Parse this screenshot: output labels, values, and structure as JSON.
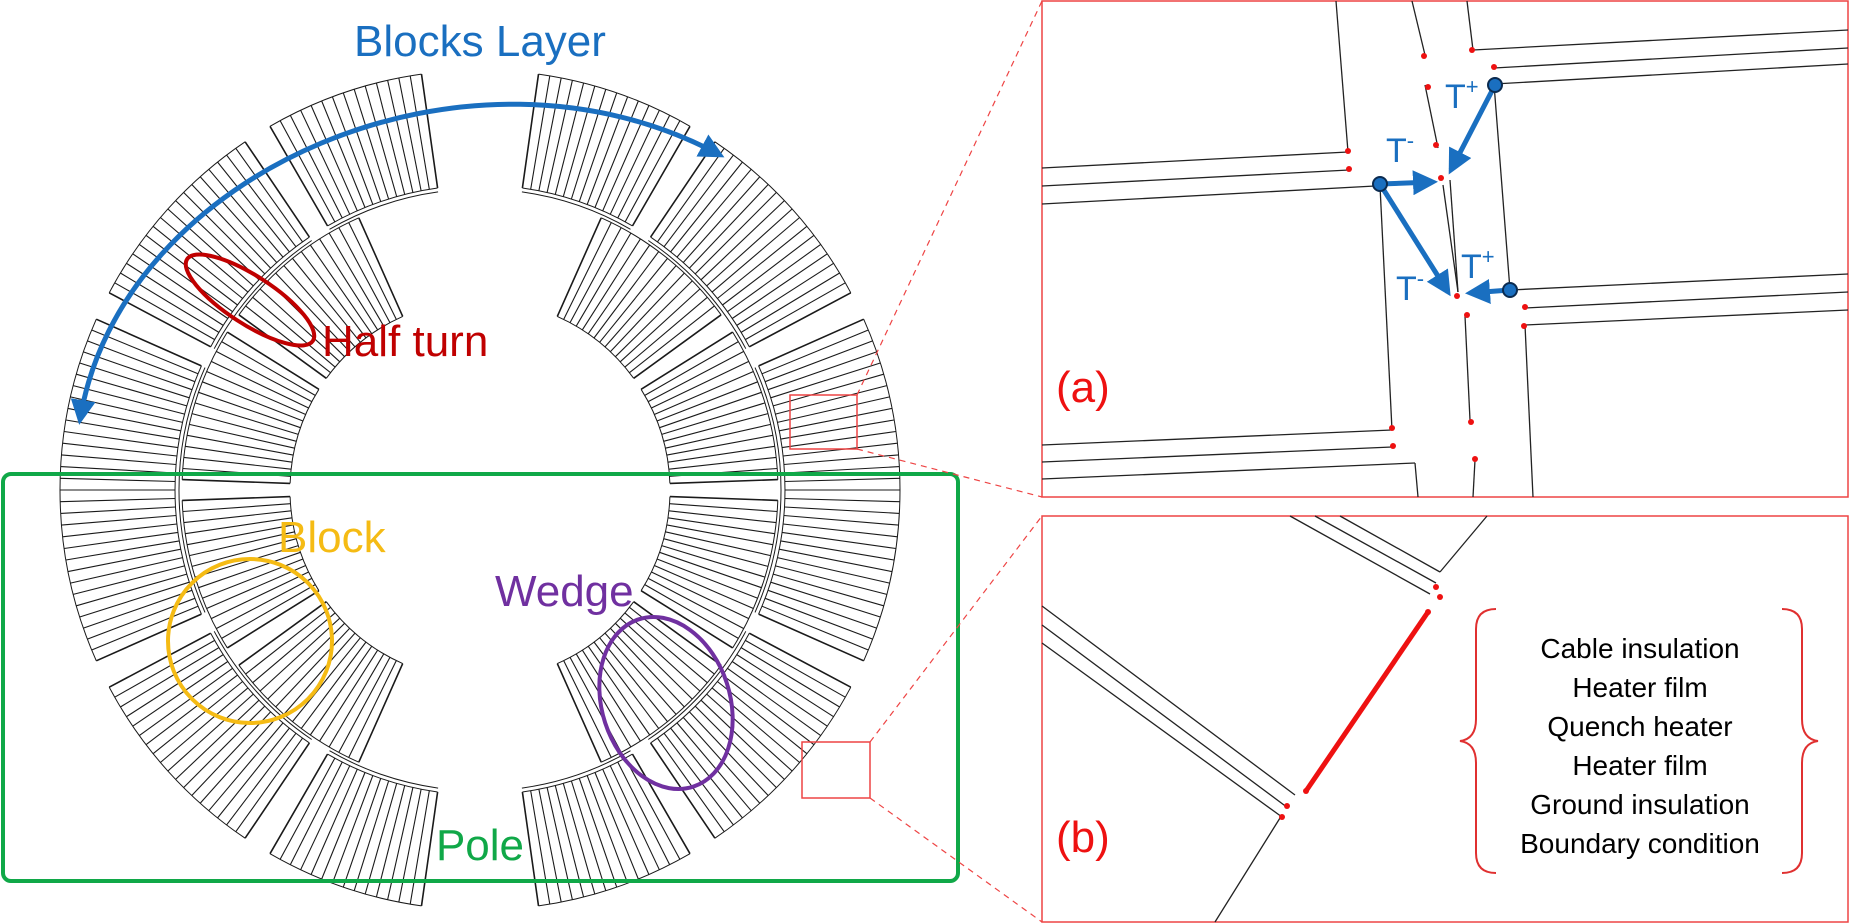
{
  "labels": {
    "blocks_layer": "Blocks Layer",
    "half_turn": "Half turn",
    "block": "Block",
    "wedge": "Wedge",
    "pole": "Pole",
    "panel_a": "(a)",
    "panel_b": "(b)",
    "t_plus_1": "T",
    "t_plus_1_sup": "+",
    "t_minus_1": "T",
    "t_minus_1_sup": "-",
    "t_minus_2": "T",
    "t_minus_2_sup": "-",
    "t_plus_2": "T",
    "t_plus_2_sup": "+"
  },
  "layers_list": [
    "Cable insulation",
    "Heater film",
    "Quench heater",
    "Heater film",
    "Ground insulation",
    "Boundary condition"
  ],
  "colors": {
    "blue": "#1a6fc0",
    "red": "#c00000",
    "bright_red": "#ee1111",
    "yellow": "#f5bb14",
    "purple": "#7030a0",
    "green": "#10a848",
    "line": "#1a1a1a"
  }
}
